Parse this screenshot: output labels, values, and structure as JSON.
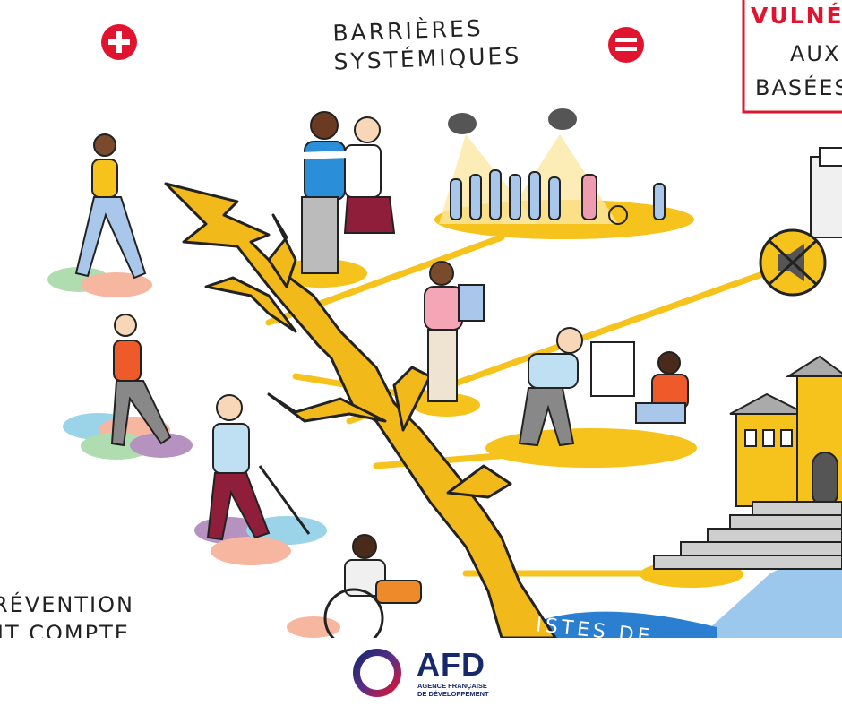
{
  "illustration": {
    "title_line1": "BARRIÈRES",
    "title_line2": "SYSTÉMIQUES",
    "plus_symbol": "+",
    "equals_symbol": "=",
    "vulnerable_text": "VULNÉ",
    "aux_text": "AUX",
    "basees_text": "BASÉES",
    "prevention_text": "RÉVENTION",
    "prevention_text2": "NT COMPTE",
    "listes_text": "ISTES DE"
  },
  "colors": {
    "accent_yellow": "#f6c21c",
    "accent_red": "#e0142f",
    "brand_blue": "#16296b",
    "sky_blue": "#9cc8ee"
  },
  "logo": {
    "name": "AFD",
    "line1": "AGENCE FRANÇAISE",
    "line2": "DE DÉVELOPPEMENT"
  }
}
